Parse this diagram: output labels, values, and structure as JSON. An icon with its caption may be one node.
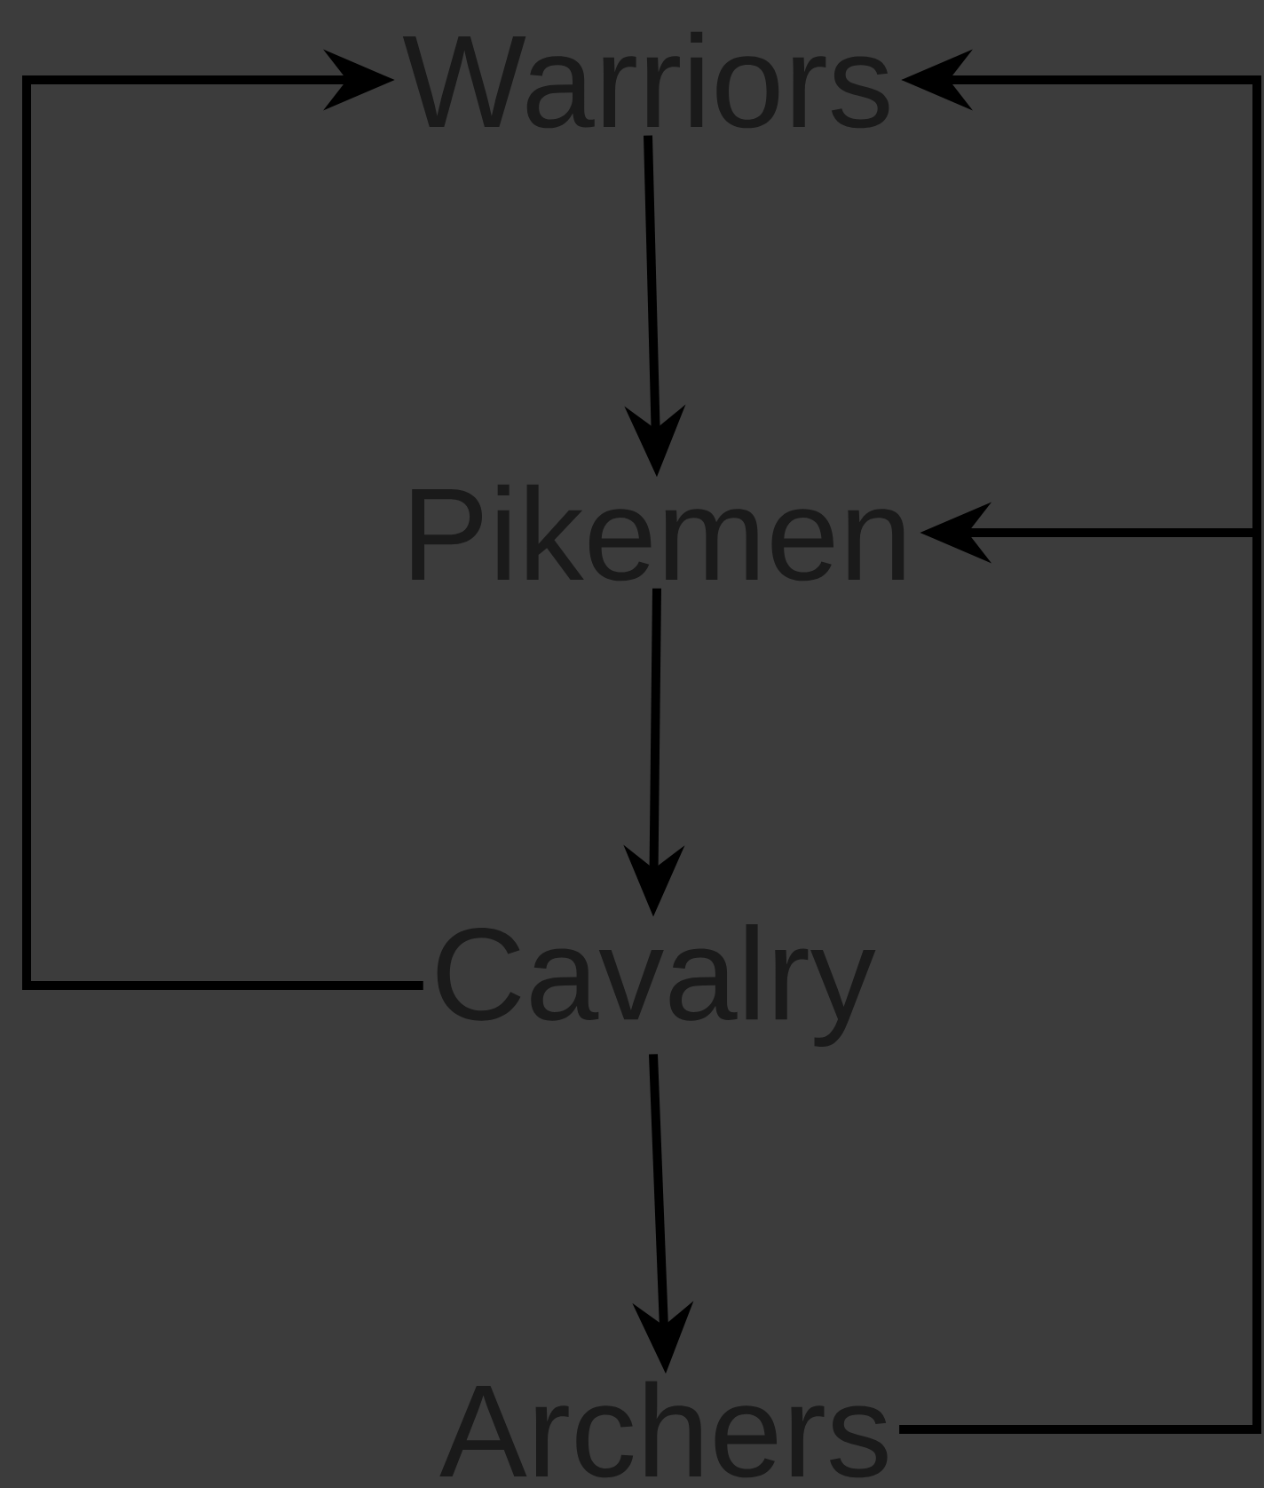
{
  "diagram": {
    "nodes": [
      {
        "text": [
          "Warriors"
        ]
      },
      {
        "text": [
          "Pikemen"
        ]
      },
      {
        "text": [
          "Cavalry"
        ]
      },
      {
        "text": [
          "Archers"
        ]
      }
    ],
    "edges": [
      {
        "from": 0,
        "to": 1,
        "arrow": "to"
      },
      {
        "from": 1,
        "to": 2,
        "arrow": "to"
      },
      {
        "from": 2,
        "to": 3,
        "arrow": "to"
      },
      {
        "from": 2,
        "to": 0,
        "arrow": "to"
      },
      {
        "from": 3,
        "to": 0,
        "arrow": "to"
      },
      {
        "from": 3,
        "to": 1,
        "arrow": "to"
      }
    ]
  }
}
